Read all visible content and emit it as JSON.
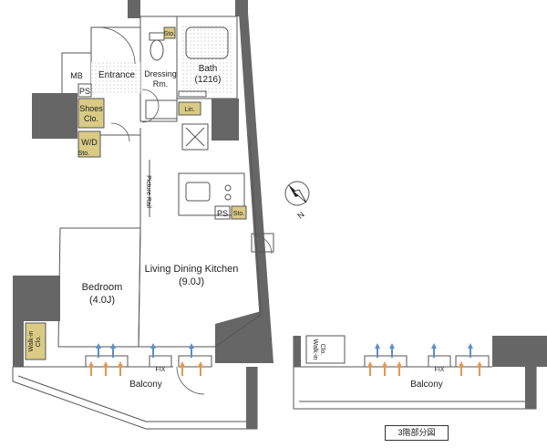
{
  "rooms": {
    "mb": "MB",
    "entrance": "Entrance",
    "dressing_line1": "Dressing",
    "dressing_line2": "Rm.",
    "bath_line1": "Bath",
    "bath_line2": "(1216)",
    "ps_entrance": "PS",
    "shoes_line1": "Shoes",
    "shoes_line2": "Clo.",
    "wd": "W/D",
    "sto_wd": "Sto.",
    "sto_toilet": "Sto.",
    "lin": "Lin.",
    "picture_rail": "Picture Rail",
    "ps_kitchen": "PS",
    "sto_kitchen": "Sto.",
    "ldk_line1": "Living Dining Kitchen",
    "ldk_line2": "(9.0J)",
    "bedroom_line1": "Bedroom",
    "bedroom_line2": "(4.0J)",
    "walkin_line1": "Walk-in",
    "walkin_line2": "Clo.",
    "fix_left": "FIX",
    "fix_right": "FIX",
    "balcony_left": "Balcony",
    "balcony_right": "Balcony",
    "walkin_right_line1": "Walk-in",
    "walkin_right_line2": "Clo."
  },
  "compass": {
    "letter": "N"
  },
  "floor_badge": "3階部分図",
  "colors": {
    "wall": "#666666",
    "storage": "#d9cb86",
    "warm_airflow": "#e8964a",
    "cool_airflow": "#5b8fc8"
  }
}
